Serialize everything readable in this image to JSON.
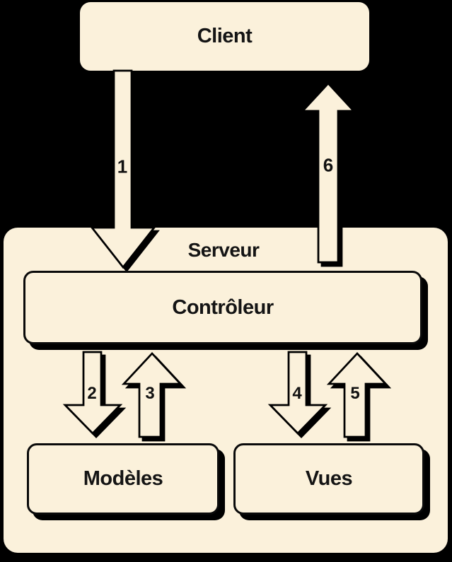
{
  "diagram": {
    "type": "architecture-flow",
    "nodes": {
      "client": "Client",
      "serveur": "Serveur",
      "controleur": "Contrôleur",
      "modeles": "Modèles",
      "vues": "Vues"
    },
    "arrows": [
      {
        "label": "1",
        "from": "Client",
        "to": "Contrôleur",
        "direction": "down"
      },
      {
        "label": "2",
        "from": "Contrôleur",
        "to": "Modèles",
        "direction": "down"
      },
      {
        "label": "3",
        "from": "Modèles",
        "to": "Contrôleur",
        "direction": "up"
      },
      {
        "label": "4",
        "from": "Contrôleur",
        "to": "Vues",
        "direction": "down"
      },
      {
        "label": "5",
        "from": "Vues",
        "to": "Contrôleur",
        "direction": "up"
      },
      {
        "label": "6",
        "from": "Contrôleur",
        "to": "Client",
        "direction": "up"
      }
    ],
    "colors": {
      "background": "#000000",
      "box_fill": "#FBF1DB",
      "outline": "#000000",
      "text": "#141414"
    }
  }
}
